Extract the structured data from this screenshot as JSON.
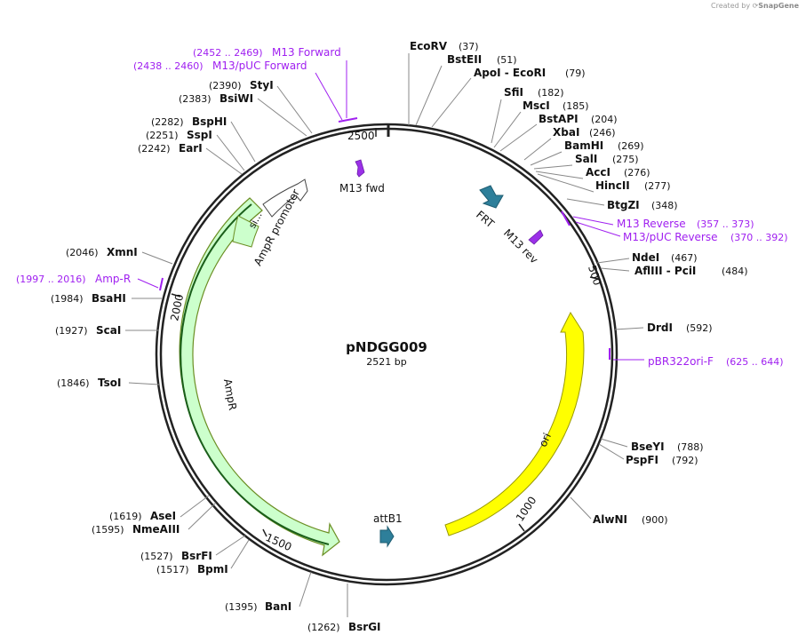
{
  "credit": {
    "prefix": "Created by",
    "brand": "SnapGene"
  },
  "plasmid": {
    "name": "pNDGG009",
    "length_label": "2521 bp",
    "length": 2521
  },
  "colors": {
    "primer": "#a020f0",
    "ampr_fill": "#ccffcc",
    "ori_fill": "#ffff00",
    "arrow_teal": "#2e7f9a",
    "ring": "#222222"
  },
  "ticks": [
    {
      "pos": 500,
      "label": "500"
    },
    {
      "pos": 1000,
      "label": "1000"
    },
    {
      "pos": 1500,
      "label": "1500"
    },
    {
      "pos": 2000,
      "label": "2000"
    },
    {
      "pos": 2500,
      "label": "2500"
    }
  ],
  "sites": [
    {
      "name": "EcoRV",
      "pos": "(37)"
    },
    {
      "name": "BstEII",
      "pos": "(51)"
    },
    {
      "name": "ApoI - EcoRI",
      "pos": "(79)"
    },
    {
      "name": "SfiI",
      "pos": "(182)"
    },
    {
      "name": "MscI",
      "pos": "(185)"
    },
    {
      "name": "BstAPI",
      "pos": "(204)"
    },
    {
      "name": "XbaI",
      "pos": "(246)"
    },
    {
      "name": "BamHI",
      "pos": "(269)"
    },
    {
      "name": "SalI",
      "pos": "(275)"
    },
    {
      "name": "AccI",
      "pos": "(276)"
    },
    {
      "name": "HincII",
      "pos": "(277)"
    },
    {
      "name": "BtgZI",
      "pos": "(348)"
    },
    {
      "name": "NdeI",
      "pos": "(467)"
    },
    {
      "name": "AflIII - PciI",
      "pos": "(484)"
    },
    {
      "name": "DrdI",
      "pos": "(592)"
    },
    {
      "name": "BseYI",
      "pos": "(788)"
    },
    {
      "name": "PspFI",
      "pos": "(792)"
    },
    {
      "name": "AlwNI",
      "pos": "(900)"
    },
    {
      "name": "BsrGI",
      "pos": "(1262)"
    },
    {
      "name": "BanI",
      "pos": "(1395)"
    },
    {
      "name": "BpmI",
      "pos": "(1517)"
    },
    {
      "name": "BsrFI",
      "pos": "(1527)"
    },
    {
      "name": "NmeAIII",
      "pos": "(1595)"
    },
    {
      "name": "AseI",
      "pos": "(1619)"
    },
    {
      "name": "TsoI",
      "pos": "(1846)"
    },
    {
      "name": "ScaI",
      "pos": "(1927)"
    },
    {
      "name": "BsaHI",
      "pos": "(1984)"
    },
    {
      "name": "XmnI",
      "pos": "(2046)"
    },
    {
      "name": "EarI",
      "pos": "(2242)"
    },
    {
      "name": "SspI",
      "pos": "(2251)"
    },
    {
      "name": "BspHI",
      "pos": "(2282)"
    },
    {
      "name": "BsiWI",
      "pos": "(2383)"
    },
    {
      "name": "StyI",
      "pos": "(2390)"
    }
  ],
  "primers": [
    {
      "name": "M13 Forward",
      "range": "(2452 .. 2469)"
    },
    {
      "name": "M13/pUC Forward",
      "range": "(2438 .. 2460)"
    },
    {
      "name": "M13 Reverse",
      "range": "(357 .. 373)"
    },
    {
      "name": "M13/pUC Reverse",
      "range": "(370 .. 392)"
    },
    {
      "name": "pBR322ori-F",
      "range": "(625 .. 644)"
    },
    {
      "name": "Amp-R",
      "range": "(1997 .. 2016)"
    }
  ],
  "features": [
    {
      "name": "AmpR",
      "type": "CDS",
      "start": 1400,
      "end": 2260
    },
    {
      "name": "AmpR promoter",
      "type": "promoter",
      "start": 2260,
      "end": 2365
    },
    {
      "name": "si...",
      "type": "signal",
      "start": 2195,
      "end": 2260
    },
    {
      "name": "ori",
      "type": "rep_origin",
      "start": 580,
      "end": 1170
    },
    {
      "name": "FRT",
      "type": "misc"
    },
    {
      "name": "attB1",
      "type": "misc"
    },
    {
      "name": "M13 fwd",
      "type": "primer_bind"
    },
    {
      "name": "M13 rev",
      "type": "primer_bind"
    }
  ]
}
